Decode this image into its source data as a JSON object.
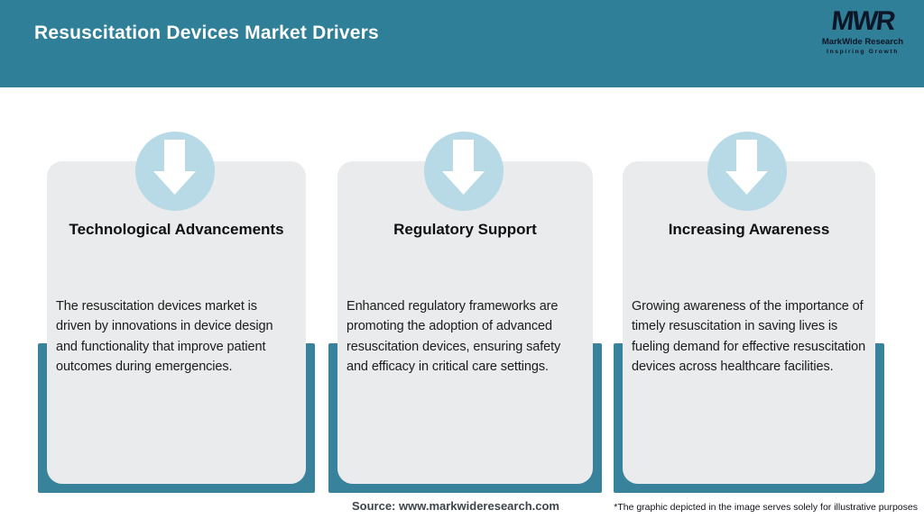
{
  "header": {
    "title": "Resuscitation Devices Market Drivers",
    "logo": {
      "acronym": "MWR",
      "name": "MarkWide Research",
      "tagline": "Inspiring Growth"
    }
  },
  "cards": [
    {
      "title": "Technological Advancements",
      "icon": "arrow-down-icon",
      "lines": [
        "The resuscitation devices market is",
        "driven by innovations in device design",
        "and functionality that improve patient",
        "outcomes during emergencies."
      ]
    },
    {
      "title": "Regulatory Support",
      "icon": "arrow-down-icon",
      "lines": [
        "Enhanced regulatory frameworks are",
        "promoting the adoption of advanced",
        "resuscitation devices, ensuring safety",
        "and efficacy in critical care settings."
      ]
    },
    {
      "title": "Increasing Awareness",
      "icon": "arrow-down-icon",
      "lines": [
        "Growing awareness of the importance of",
        "timely resuscitation in saving lives is",
        "fueling demand for effective resuscitation",
        "devices across healthcare facilities."
      ]
    }
  ],
  "footer": {
    "source": "Source: www.markwideresearch.com",
    "disclaimer": "*The graphic depicted in the image serves solely for illustrative purposes"
  },
  "colors": {
    "header_teal": "#2e7f97",
    "underlay_teal": "#38839b",
    "circle_blue": "#b7dae6",
    "card_gray": "#e9ebec",
    "logo_dark": "#0d1526",
    "title_white": "#ffffff"
  }
}
